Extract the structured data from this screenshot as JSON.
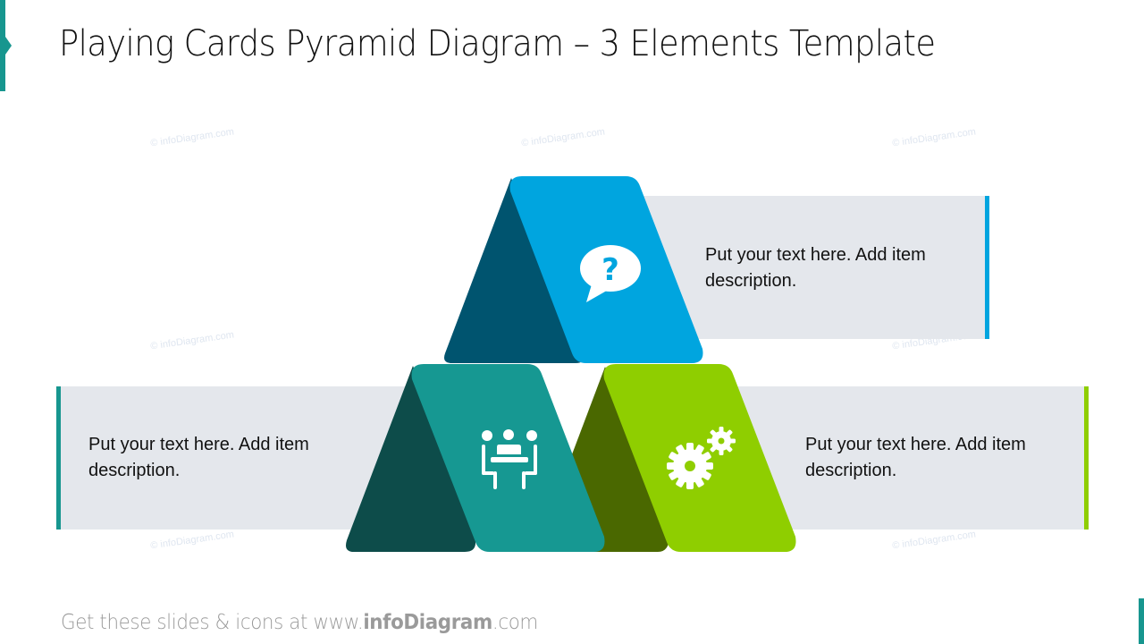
{
  "slide": {
    "title": "Playing Cards Pyramid Diagram – 3 Elements Template",
    "watermark": "© infoDiagram.com",
    "footer": {
      "prefix": "Get these slides & icons at www.",
      "brand": "infoDiagram",
      "suffix": ".com"
    }
  },
  "colors": {
    "accent": "#17968f",
    "panel_bg": "#e4e7ec",
    "top_front": "#00a5df",
    "top_back": "#00546f",
    "left_front": "#169892",
    "left_back": "#0d4c4a",
    "right_front": "#8fce00",
    "right_back": "#4a6800"
  },
  "items": [
    {
      "position": "top",
      "icon": "question-speech-bubble-icon",
      "text_line1": "Put your text here. Add item",
      "text_line2": "description."
    },
    {
      "position": "bottom-left",
      "icon": "meeting-people-table-icon",
      "text_line1": "Put your text here. Add item",
      "text_line2": "description."
    },
    {
      "position": "bottom-right",
      "icon": "gears-icon",
      "text_line1": "Put your text here. Add item",
      "text_line2": "description."
    }
  ]
}
